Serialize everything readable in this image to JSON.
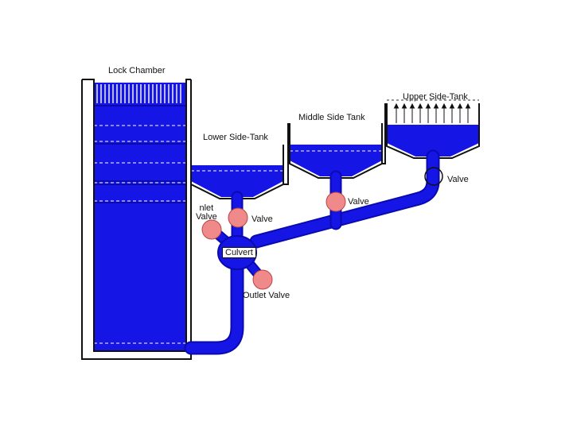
{
  "labels": {
    "lock_chamber": "Lock Chamber",
    "upper_side_tank": "Upper Side-Tank",
    "middle_side_tank": "Middle Side Tank",
    "lower_side_tank": "Lower Side-Tank",
    "inlet_valve_line1": "nlet",
    "inlet_valve_line2": "Valve",
    "lower_valve": "Valve",
    "middle_valve": "Valve",
    "upper_valve": "Valve",
    "culvert": "Culvert",
    "outlet_valve": "Outlet Valve"
  },
  "colors": {
    "water": "#1515e6",
    "water_dark": "#0a0ab0",
    "valve_fill": "#f08a8a",
    "valve_stroke": "#b84444",
    "wall": "#111111",
    "background": "#ffffff"
  }
}
